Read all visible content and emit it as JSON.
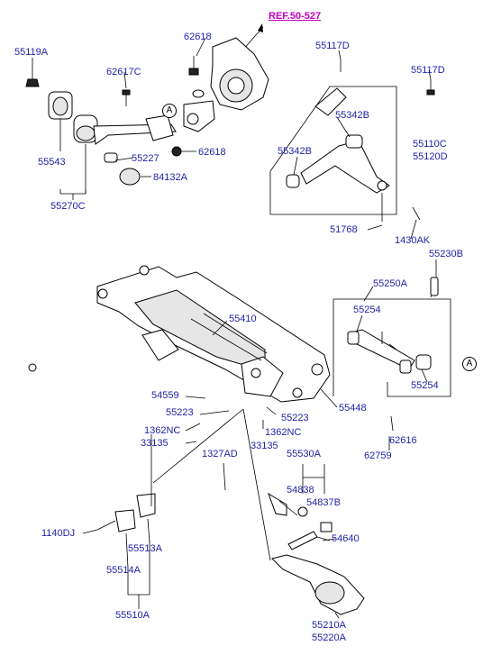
{
  "reference": {
    "text": "REF.50-527",
    "color": "#c000c0"
  },
  "callouts": {
    "a_top": "A",
    "a_right": "A"
  },
  "labels": {
    "p55119A": "55119A",
    "p55543": "55543",
    "p55270C": "55270C",
    "p62618_top": "62618",
    "p62617C": "62617C",
    "p55227": "55227",
    "p84132A": "84132A",
    "p62618_mid": "62618",
    "p55117D_a": "55117D",
    "p55117D_b": "55117D",
    "p55342B_a": "55342B",
    "p55342B_b": "55342B",
    "p55110C": "55110C",
    "p55120D": "55120D",
    "p51768": "51768",
    "p1430AK": "1430AK",
    "p55230B": "55230B",
    "p55250A": "55250A",
    "p55254_a": "55254",
    "p55254_b": "55254",
    "p55410": "55410",
    "p54559": "54559",
    "p55223_a": "55223",
    "p55223_b": "55223",
    "p55448": "55448",
    "p1362NC_a": "1362NC",
    "p1362NC_b": "1362NC",
    "p33135_a": "33135",
    "p33135_b": "33135",
    "p62616": "62616",
    "p62759": "62759",
    "p1327AD": "1327AD",
    "p55530A": "55530A",
    "p54838": "54838",
    "p54837B": "54837B",
    "p1140DJ": "1140DJ",
    "p55513A": "55513A",
    "p54640": "54640",
    "p55514A": "55514A",
    "p55510A": "55510A",
    "p55210A": "55210A",
    "p55220A": "55220A"
  }
}
